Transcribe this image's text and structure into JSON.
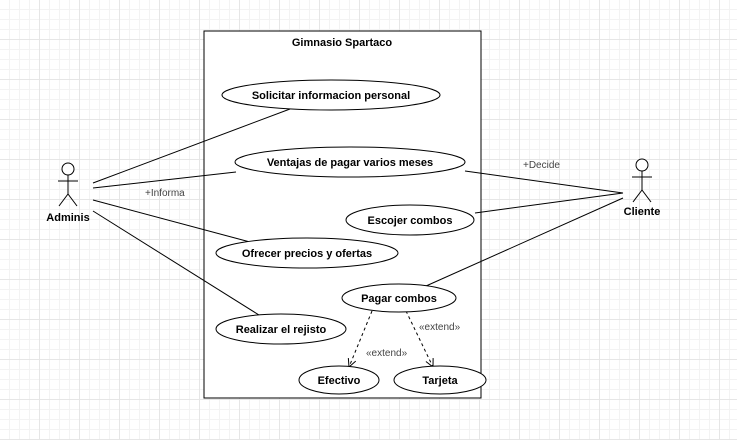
{
  "system": {
    "title": "Gimnasio Spartaco"
  },
  "actors": {
    "admin": "Adminis",
    "client": "Cliente"
  },
  "use_cases": {
    "solicitar": "Solicitar informacion personal",
    "ventajas": "Ventajas de pagar varios meses",
    "escojer": "Escojer combos",
    "ofrecer": "Ofrecer precios y ofertas",
    "pagar": "Pagar combos",
    "realizar": "Realizar el rejisto",
    "efectivo": "Efectivo",
    "tarjeta": "Tarjeta"
  },
  "relations": {
    "informa": "+Informa",
    "decide": "+Decide",
    "extend_efectivo": "«extend»",
    "extend_tarjeta": "«extend»"
  }
}
